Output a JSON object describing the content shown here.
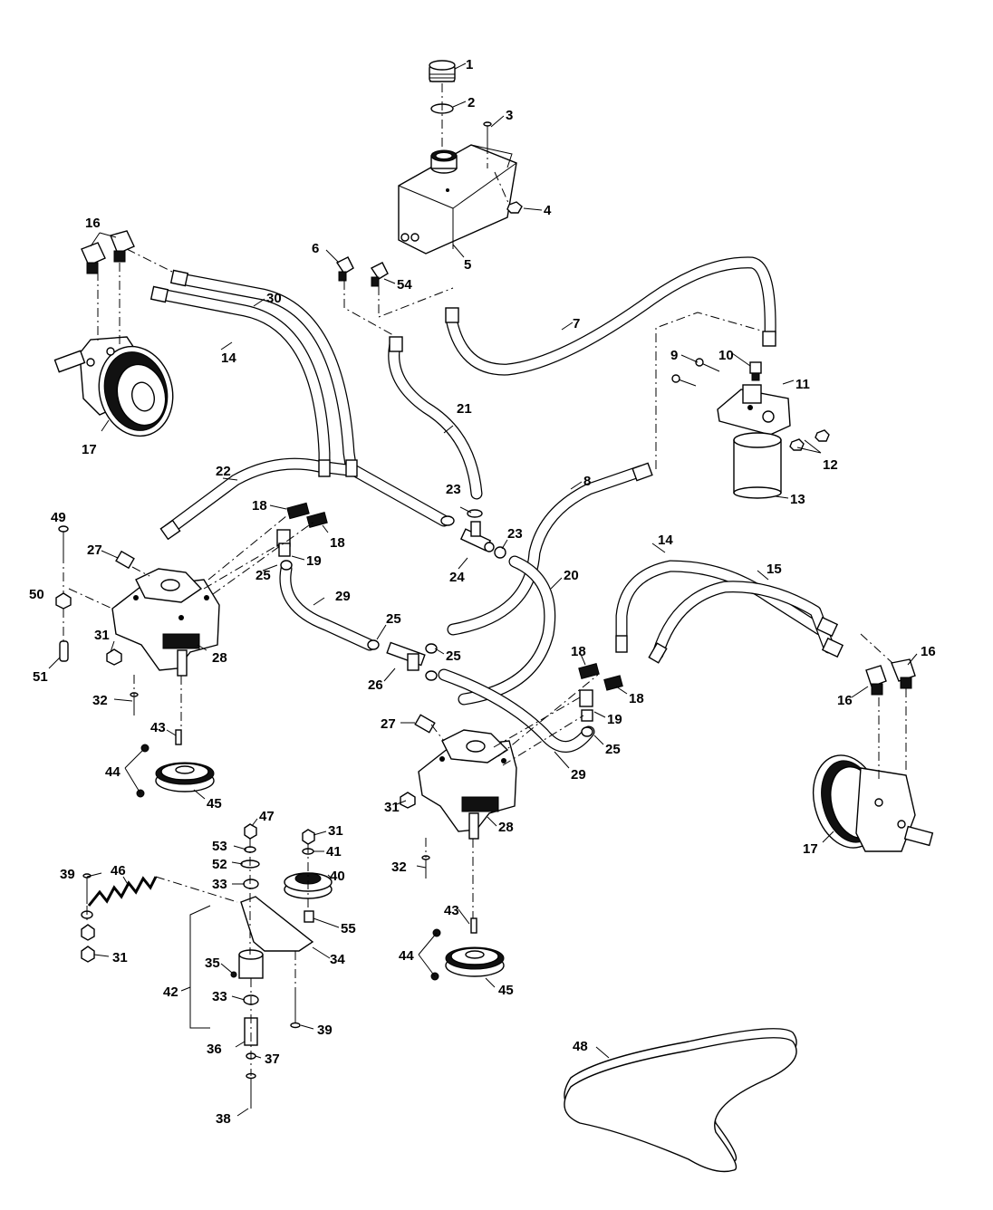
{
  "diagram": {
    "labels": [
      {
        "id": "1",
        "text": "1"
      },
      {
        "id": "2",
        "text": "2"
      },
      {
        "id": "3",
        "text": "3"
      },
      {
        "id": "4",
        "text": "4"
      },
      {
        "id": "5",
        "text": "5"
      },
      {
        "id": "6",
        "text": "6"
      },
      {
        "id": "54",
        "text": "54"
      },
      {
        "id": "7",
        "text": "7"
      },
      {
        "id": "30",
        "text": "30"
      },
      {
        "id": "16a",
        "text": "16"
      },
      {
        "id": "14a",
        "text": "14"
      },
      {
        "id": "17a",
        "text": "17"
      },
      {
        "id": "9",
        "text": "9"
      },
      {
        "id": "10",
        "text": "10"
      },
      {
        "id": "11",
        "text": "11"
      },
      {
        "id": "12",
        "text": "12"
      },
      {
        "id": "13",
        "text": "13"
      },
      {
        "id": "21",
        "text": "21"
      },
      {
        "id": "22",
        "text": "22"
      },
      {
        "id": "8",
        "text": "8"
      },
      {
        "id": "23a",
        "text": "23"
      },
      {
        "id": "23b",
        "text": "23"
      },
      {
        "id": "24",
        "text": "24"
      },
      {
        "id": "18a",
        "text": "18"
      },
      {
        "id": "18b",
        "text": "18"
      },
      {
        "id": "19a",
        "text": "19"
      },
      {
        "id": "25a",
        "text": "25"
      },
      {
        "id": "49",
        "text": "49"
      },
      {
        "id": "27a",
        "text": "27"
      },
      {
        "id": "50",
        "text": "50"
      },
      {
        "id": "29a",
        "text": "29"
      },
      {
        "id": "20",
        "text": "20"
      },
      {
        "id": "14b",
        "text": "14"
      },
      {
        "id": "15",
        "text": "15"
      },
      {
        "id": "16b",
        "text": "16"
      },
      {
        "id": "16c",
        "text": "16"
      },
      {
        "id": "31a",
        "text": "31"
      },
      {
        "id": "28a",
        "text": "28"
      },
      {
        "id": "51",
        "text": "51"
      },
      {
        "id": "25b",
        "text": "25"
      },
      {
        "id": "25c",
        "text": "25"
      },
      {
        "id": "26",
        "text": "26"
      },
      {
        "id": "18c",
        "text": "18"
      },
      {
        "id": "18d",
        "text": "18"
      },
      {
        "id": "19b",
        "text": "19"
      },
      {
        "id": "25d",
        "text": "25"
      },
      {
        "id": "32a",
        "text": "32"
      },
      {
        "id": "43a",
        "text": "43"
      },
      {
        "id": "27b",
        "text": "27"
      },
      {
        "id": "29b",
        "text": "29"
      },
      {
        "id": "44a",
        "text": "44"
      },
      {
        "id": "45a",
        "text": "45"
      },
      {
        "id": "31b",
        "text": "31"
      },
      {
        "id": "28b",
        "text": "28"
      },
      {
        "id": "17b",
        "text": "17"
      },
      {
        "id": "47",
        "text": "47"
      },
      {
        "id": "31c",
        "text": "31"
      },
      {
        "id": "53",
        "text": "53"
      },
      {
        "id": "41",
        "text": "41"
      },
      {
        "id": "52",
        "text": "52"
      },
      {
        "id": "40",
        "text": "40"
      },
      {
        "id": "39a",
        "text": "39"
      },
      {
        "id": "46",
        "text": "46"
      },
      {
        "id": "33a",
        "text": "33"
      },
      {
        "id": "32b",
        "text": "32"
      },
      {
        "id": "55",
        "text": "55"
      },
      {
        "id": "34",
        "text": "34"
      },
      {
        "id": "31d",
        "text": "31"
      },
      {
        "id": "43b",
        "text": "43"
      },
      {
        "id": "35",
        "text": "35"
      },
      {
        "id": "42",
        "text": "42"
      },
      {
        "id": "44b",
        "text": "44"
      },
      {
        "id": "33b",
        "text": "33"
      },
      {
        "id": "39b",
        "text": "39"
      },
      {
        "id": "45b",
        "text": "45"
      },
      {
        "id": "36",
        "text": "36"
      },
      {
        "id": "37",
        "text": "37"
      },
      {
        "id": "38",
        "text": "38"
      },
      {
        "id": "48",
        "text": "48"
      }
    ]
  }
}
